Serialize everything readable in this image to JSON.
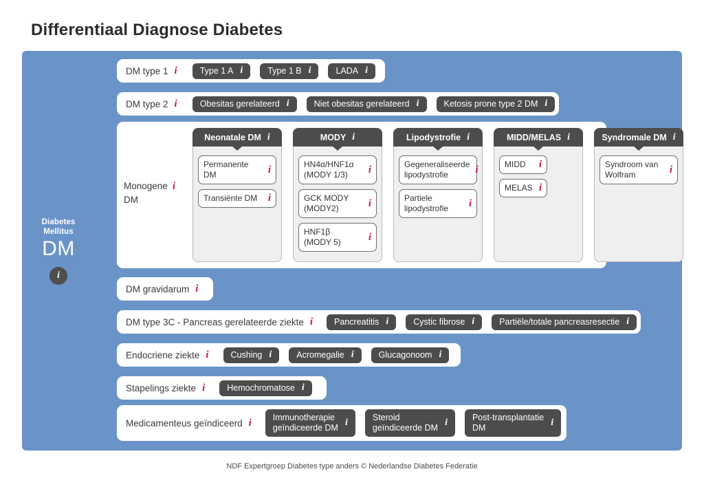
{
  "title": "Differentiaal Diagnose Diabetes",
  "footer": "NDF Expertgroep Diabetes type anders © Nederlandse Diabetes Federatie",
  "colors": {
    "panel_blue": "#6a93c8",
    "chip_dark": "#4c4c4c",
    "info_red": "#c8173a",
    "column_body": "#efefef"
  },
  "rail": {
    "line1": "Diabetes",
    "line2": "Mellitus",
    "abbr": "DM",
    "badge": "i"
  },
  "rows": [
    {
      "label": "DM type 1",
      "chips": [
        "Type 1 A",
        "Type 1 B",
        "LADA"
      ]
    },
    {
      "label": "DM type 2",
      "chips": [
        "Obesitas gerelateerd",
        "Niet obesitas gerelateerd",
        "Ketosis prone type 2 DM"
      ]
    },
    {
      "label": "DM gravidarum",
      "chips": []
    },
    {
      "label": "DM type 3C - Pancreas gerelateerde ziekte",
      "chips": [
        "Pancreatitis",
        "Cystic fibrose",
        "Partiële/totale pancreasresectie"
      ]
    },
    {
      "label": "Endocriene ziekte",
      "chips": [
        "Cushing",
        "Acromegalie",
        "Glucagonoom"
      ]
    },
    {
      "label": "Stapelings ziekte",
      "chips": [
        "Hemochromatose"
      ]
    },
    {
      "label": "Medicamenteus geïndiceerd",
      "chips_multiline": [
        [
          "Immunotherapie",
          "geïndiceerde DM"
        ],
        [
          "Steroid",
          "geïndiceerde DM"
        ],
        [
          "Post-transplantatie",
          "DM"
        ]
      ]
    }
  ],
  "monogene": {
    "label_line1": "Monogene",
    "label_line2": "DM",
    "columns": [
      {
        "head": "Neonatale DM",
        "items": [
          [
            "Permanente DM"
          ],
          [
            "Transiënte DM"
          ]
        ]
      },
      {
        "head": "MODY",
        "items": [
          [
            "HN4α/HNF1α",
            "(MODY 1/3)"
          ],
          [
            "GCK MODY",
            "(MODY2)"
          ],
          [
            "HNF1β",
            "(MODY 5)"
          ]
        ]
      },
      {
        "head": "Lipodystrofie",
        "items": [
          [
            "Gegeneraliseerde",
            "lipodystrofie"
          ],
          [
            "Partiele",
            "lipodystrofie"
          ]
        ]
      },
      {
        "head": "MIDD/MELAS",
        "items": [
          [
            "MIDD"
          ],
          [
            "MELAS"
          ]
        ]
      },
      {
        "head": "Syndromale DM",
        "items": [
          [
            "Syndroom van",
            "Wolfram"
          ]
        ]
      }
    ]
  },
  "icon": {
    "info": "i"
  }
}
